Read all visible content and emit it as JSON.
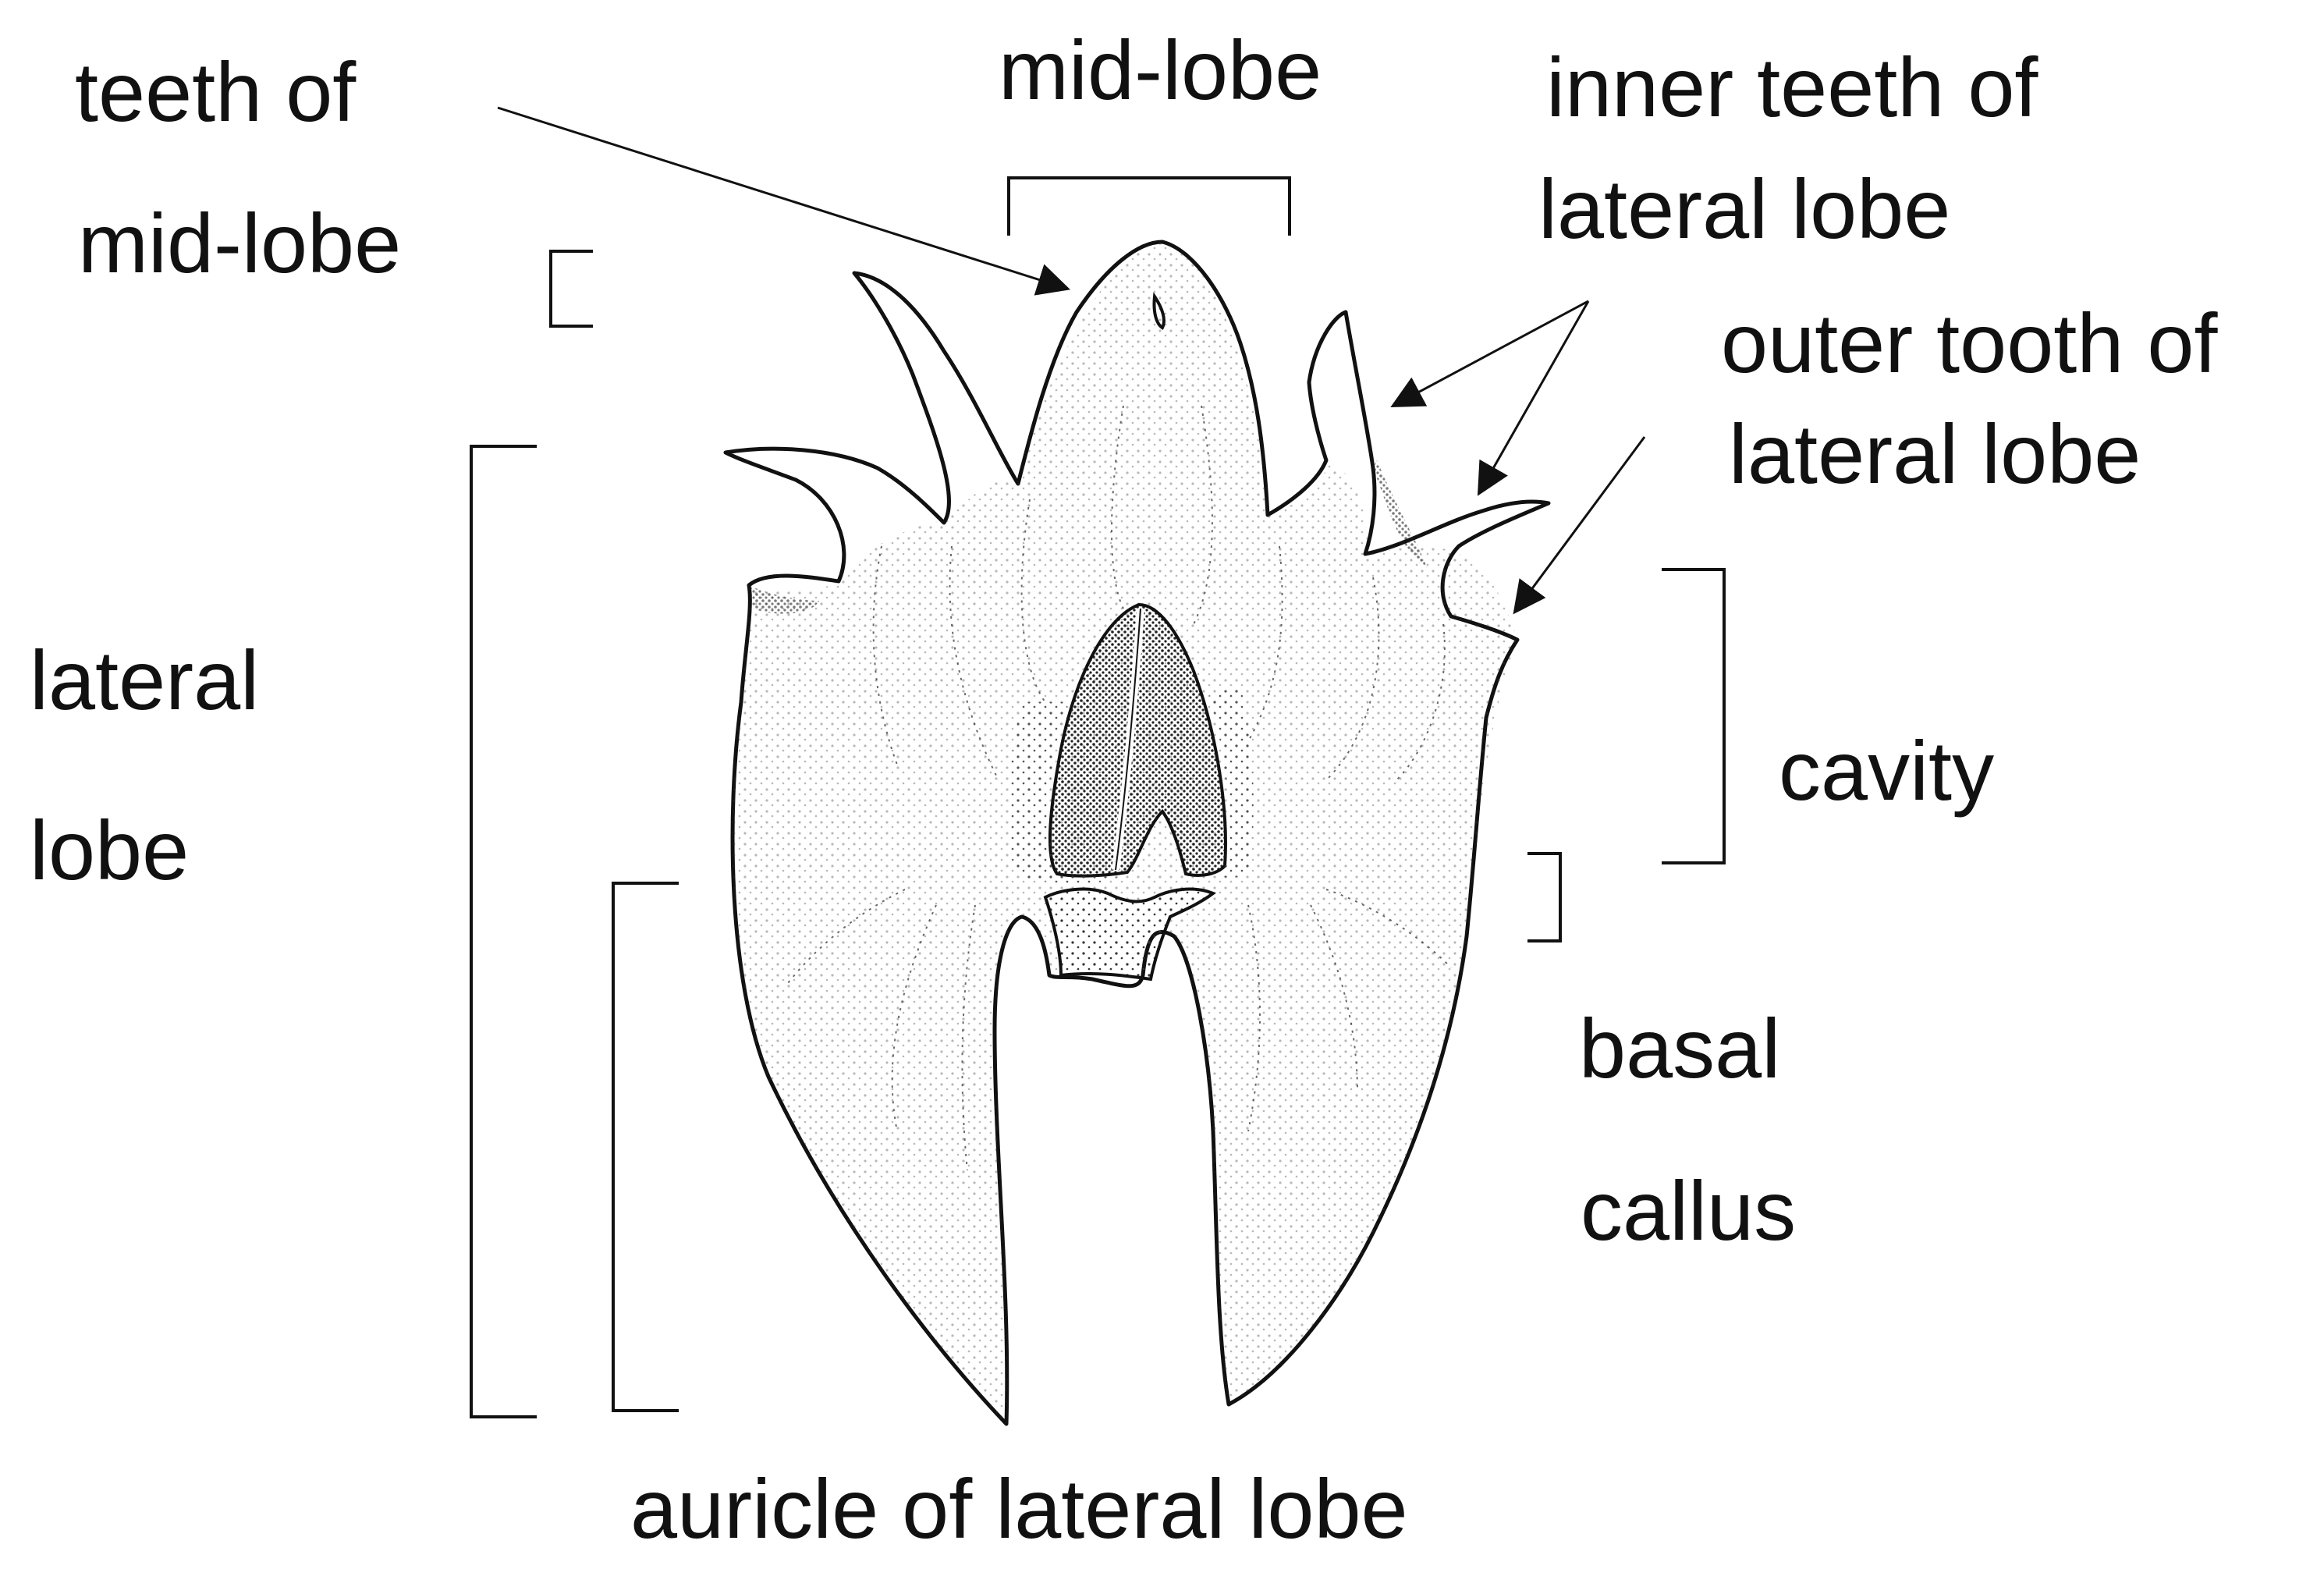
{
  "labels": {
    "teeth_of": "teeth of",
    "mid_lobe_left": "mid-lobe",
    "mid_lobe_top": "mid-lobe",
    "inner_teeth_of": "inner teeth of",
    "lateral_lobe_top": "lateral lobe",
    "outer_tooth_of": "outer tooth of",
    "lateral_lobe_right": "lateral lobe",
    "lateral": "lateral",
    "lobe": "lobe",
    "cavity": "cavity",
    "basal": "basal",
    "callus": "callus",
    "auricle_of_lateral_lobe": "auricle of lateral lobe"
  },
  "colors": {
    "ink": "#111111",
    "stipple": "#333333",
    "background": "#ffffff"
  }
}
